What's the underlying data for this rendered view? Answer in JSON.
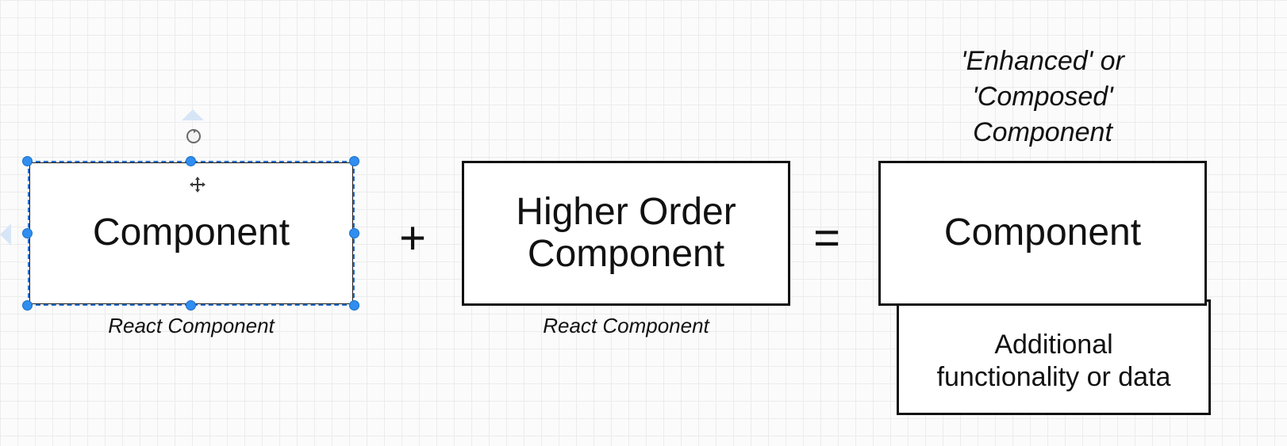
{
  "diagram": {
    "source_box": {
      "label": "Component",
      "caption": "React Component"
    },
    "plus_operator": "+",
    "hoc_box": {
      "label": "Higher Order\nComponent",
      "caption": "React Component"
    },
    "equals_operator": "=",
    "result_box": {
      "title": "'Enhanced' or\n'Composed'\nComponent",
      "label": "Component"
    },
    "extra_box": {
      "label": "Additional\nfunctionality or data"
    }
  },
  "colors": {
    "selection_handle": "#2f8ef0",
    "box_border": "#111111",
    "background": "#fbfbfb"
  },
  "icons": {
    "rotate": "rotate-icon",
    "move": "move-icon"
  }
}
